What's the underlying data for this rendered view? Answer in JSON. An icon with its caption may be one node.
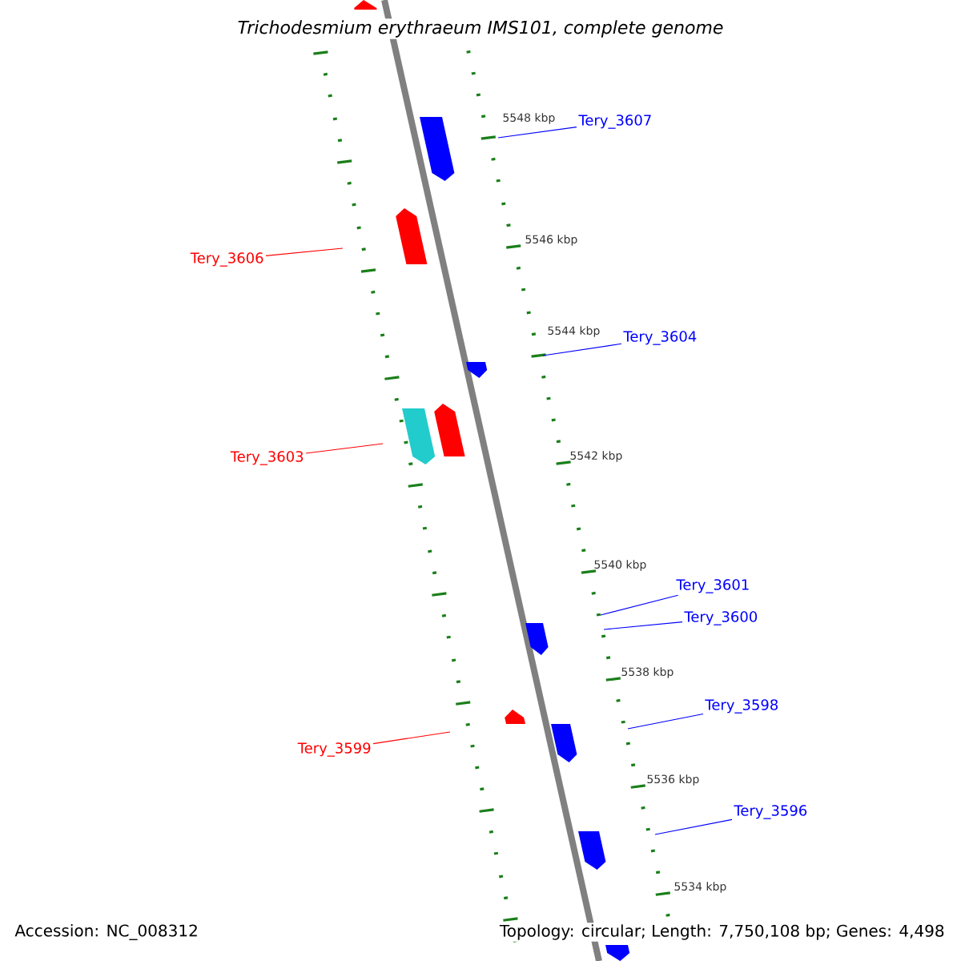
{
  "diagram": {
    "title": "Trichodesmium erythraeum IMS101, complete genome",
    "nodes": [
      {
        "text": [
          "Tery_3607"
        ]
      },
      {
        "text": [
          "Tery_3606"
        ]
      },
      {
        "text": [
          "Tery_3604"
        ]
      },
      {
        "text": [
          "Tery_3603"
        ]
      },
      {
        "text": [
          "Tery_3601"
        ]
      },
      {
        "text": [
          "Tery_3600"
        ]
      },
      {
        "text": [
          "Tery_3598"
        ]
      },
      {
        "text": [
          "Tery_3599"
        ]
      },
      {
        "text": [
          "Tery_3596"
        ]
      }
    ],
    "edges": [
      {
        "from": 0,
        "to": null,
        "arrow": "none"
      },
      {
        "from": 1,
        "to": null,
        "arrow": "none",
        "color": "#ff0000"
      },
      {
        "from": 2,
        "to": null,
        "arrow": "none"
      },
      {
        "from": 3,
        "to": null,
        "arrow": "none",
        "color": "#ff0000"
      },
      {
        "from": 4,
        "to": null,
        "arrow": "none"
      },
      {
        "from": 5,
        "to": null,
        "arrow": "none"
      },
      {
        "from": 6,
        "to": null,
        "arrow": "none"
      },
      {
        "from": 7,
        "to": null,
        "arrow": "none",
        "color": "#ff0000"
      },
      {
        "from": 8,
        "to": null,
        "arrow": "none"
      }
    ],
    "labels": [
      "5548 kbp",
      "5546 kbp",
      "5544 kbp",
      "5542 kbp",
      "5540 kbp",
      "5538 kbp",
      "5536 kbp",
      "5534 kbp",
      "Accession: NC_008312",
      "Topology: circular; Length: 7,750,108 bp; Genes: 4,498"
    ]
  }
}
